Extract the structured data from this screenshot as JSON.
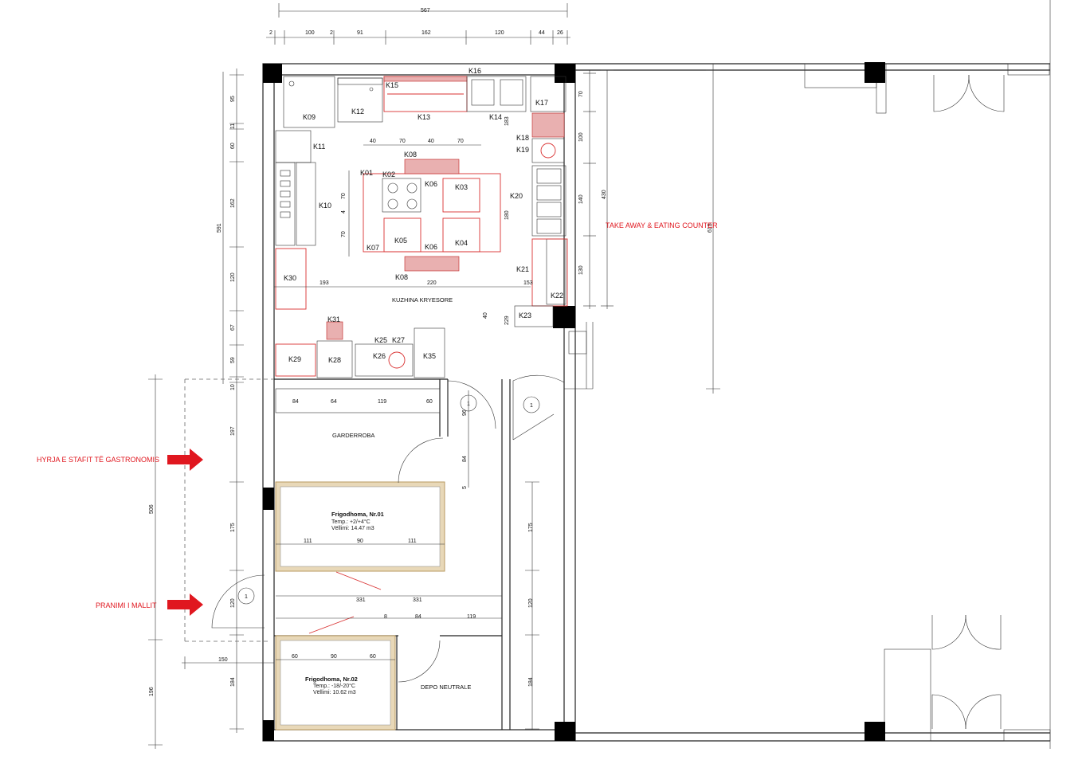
{
  "dimensions": {
    "top_total": "567",
    "top_segments": [
      "2",
      "100",
      "2",
      "91",
      "162",
      "120",
      "44",
      "26"
    ],
    "left_outer": [
      "95",
      "11",
      "60",
      "162",
      "120",
      "67",
      "59",
      "10",
      "197",
      "175",
      "120",
      "184"
    ],
    "left_total": "591",
    "far_left": [
      "506",
      "196"
    ],
    "right_k_column": [
      "70",
      "100",
      "140",
      "130"
    ],
    "right_total_430": "430",
    "right_total_615": "615",
    "island_top": [
      "40",
      "70",
      "40",
      "70"
    ],
    "island_left": [
      "70",
      "4",
      "70"
    ],
    "island_side": "180",
    "kitchen_row": [
      "193",
      "220",
      "153"
    ],
    "k14_side": "183",
    "mid_small": [
      "40",
      "229"
    ],
    "garderoba_row": [
      "84",
      "64",
      "119",
      "60"
    ],
    "corridor_small": [
      "96",
      "84",
      "5"
    ],
    "frigo1_row": [
      "111",
      "90",
      "111"
    ],
    "corridor_row": [
      "331",
      "331"
    ],
    "corridor_lower": [
      "8",
      "84",
      "119"
    ],
    "frigo2_row": [
      "60",
      "90",
      "60"
    ],
    "lower_left_150": "150",
    "right_corridor": [
      "175",
      "120",
      "184"
    ]
  },
  "equipment": {
    "K01": "K01",
    "K02": "K02",
    "K03": "K03",
    "K04": "K04",
    "K05": "K05",
    "K06a": "K06",
    "K06b": "K06",
    "K07": "K07",
    "K08a": "K08",
    "K08b": "K08",
    "K09": "K09",
    "K10": "K10",
    "K11": "K11",
    "K12": "K12",
    "K13": "K13",
    "K14": "K14",
    "K15": "K15",
    "K16": "K16",
    "K17": "K17",
    "K18": "K18",
    "K19": "K19",
    "K20": "K20",
    "K21": "K21",
    "K22": "K22",
    "K23": "K23",
    "K25": "K25",
    "K26": "K26",
    "K27": "K27",
    "K28": "K28",
    "K29": "K29",
    "K30": "K30",
    "K31": "K31",
    "K35": "K35"
  },
  "rooms": {
    "kitchen": "KUZHINA KRYESORE",
    "garderoba": "GARDERROBA",
    "depo": "DEPO NEUTRALE",
    "frigo1": {
      "title": "Frigodhoma, Nr.01",
      "temp": "Temp.: +2/+4°C",
      "volume": "Vëllimi: 14.47 m3"
    },
    "frigo2": {
      "title": "Frigodhoma, Nr.02",
      "temp": "Temp.: -18/-20°C",
      "volume": "Vëllimi: 10.62 m3"
    }
  },
  "notes": {
    "takeaway": "TAKE AWAY & EATING COUNTER",
    "staff_entry": "HYRJA E STAFIT TË GASTRONOMIS",
    "goods_receiving": "PRANIMI I MALLIT"
  },
  "door_numbers": {
    "d1": "1",
    "d2": "1",
    "d3": "1"
  },
  "colors": {
    "equipment_red": "#d93030",
    "arrow_red": "#e0171f",
    "cold_room_tile": "#e8d8b8"
  }
}
